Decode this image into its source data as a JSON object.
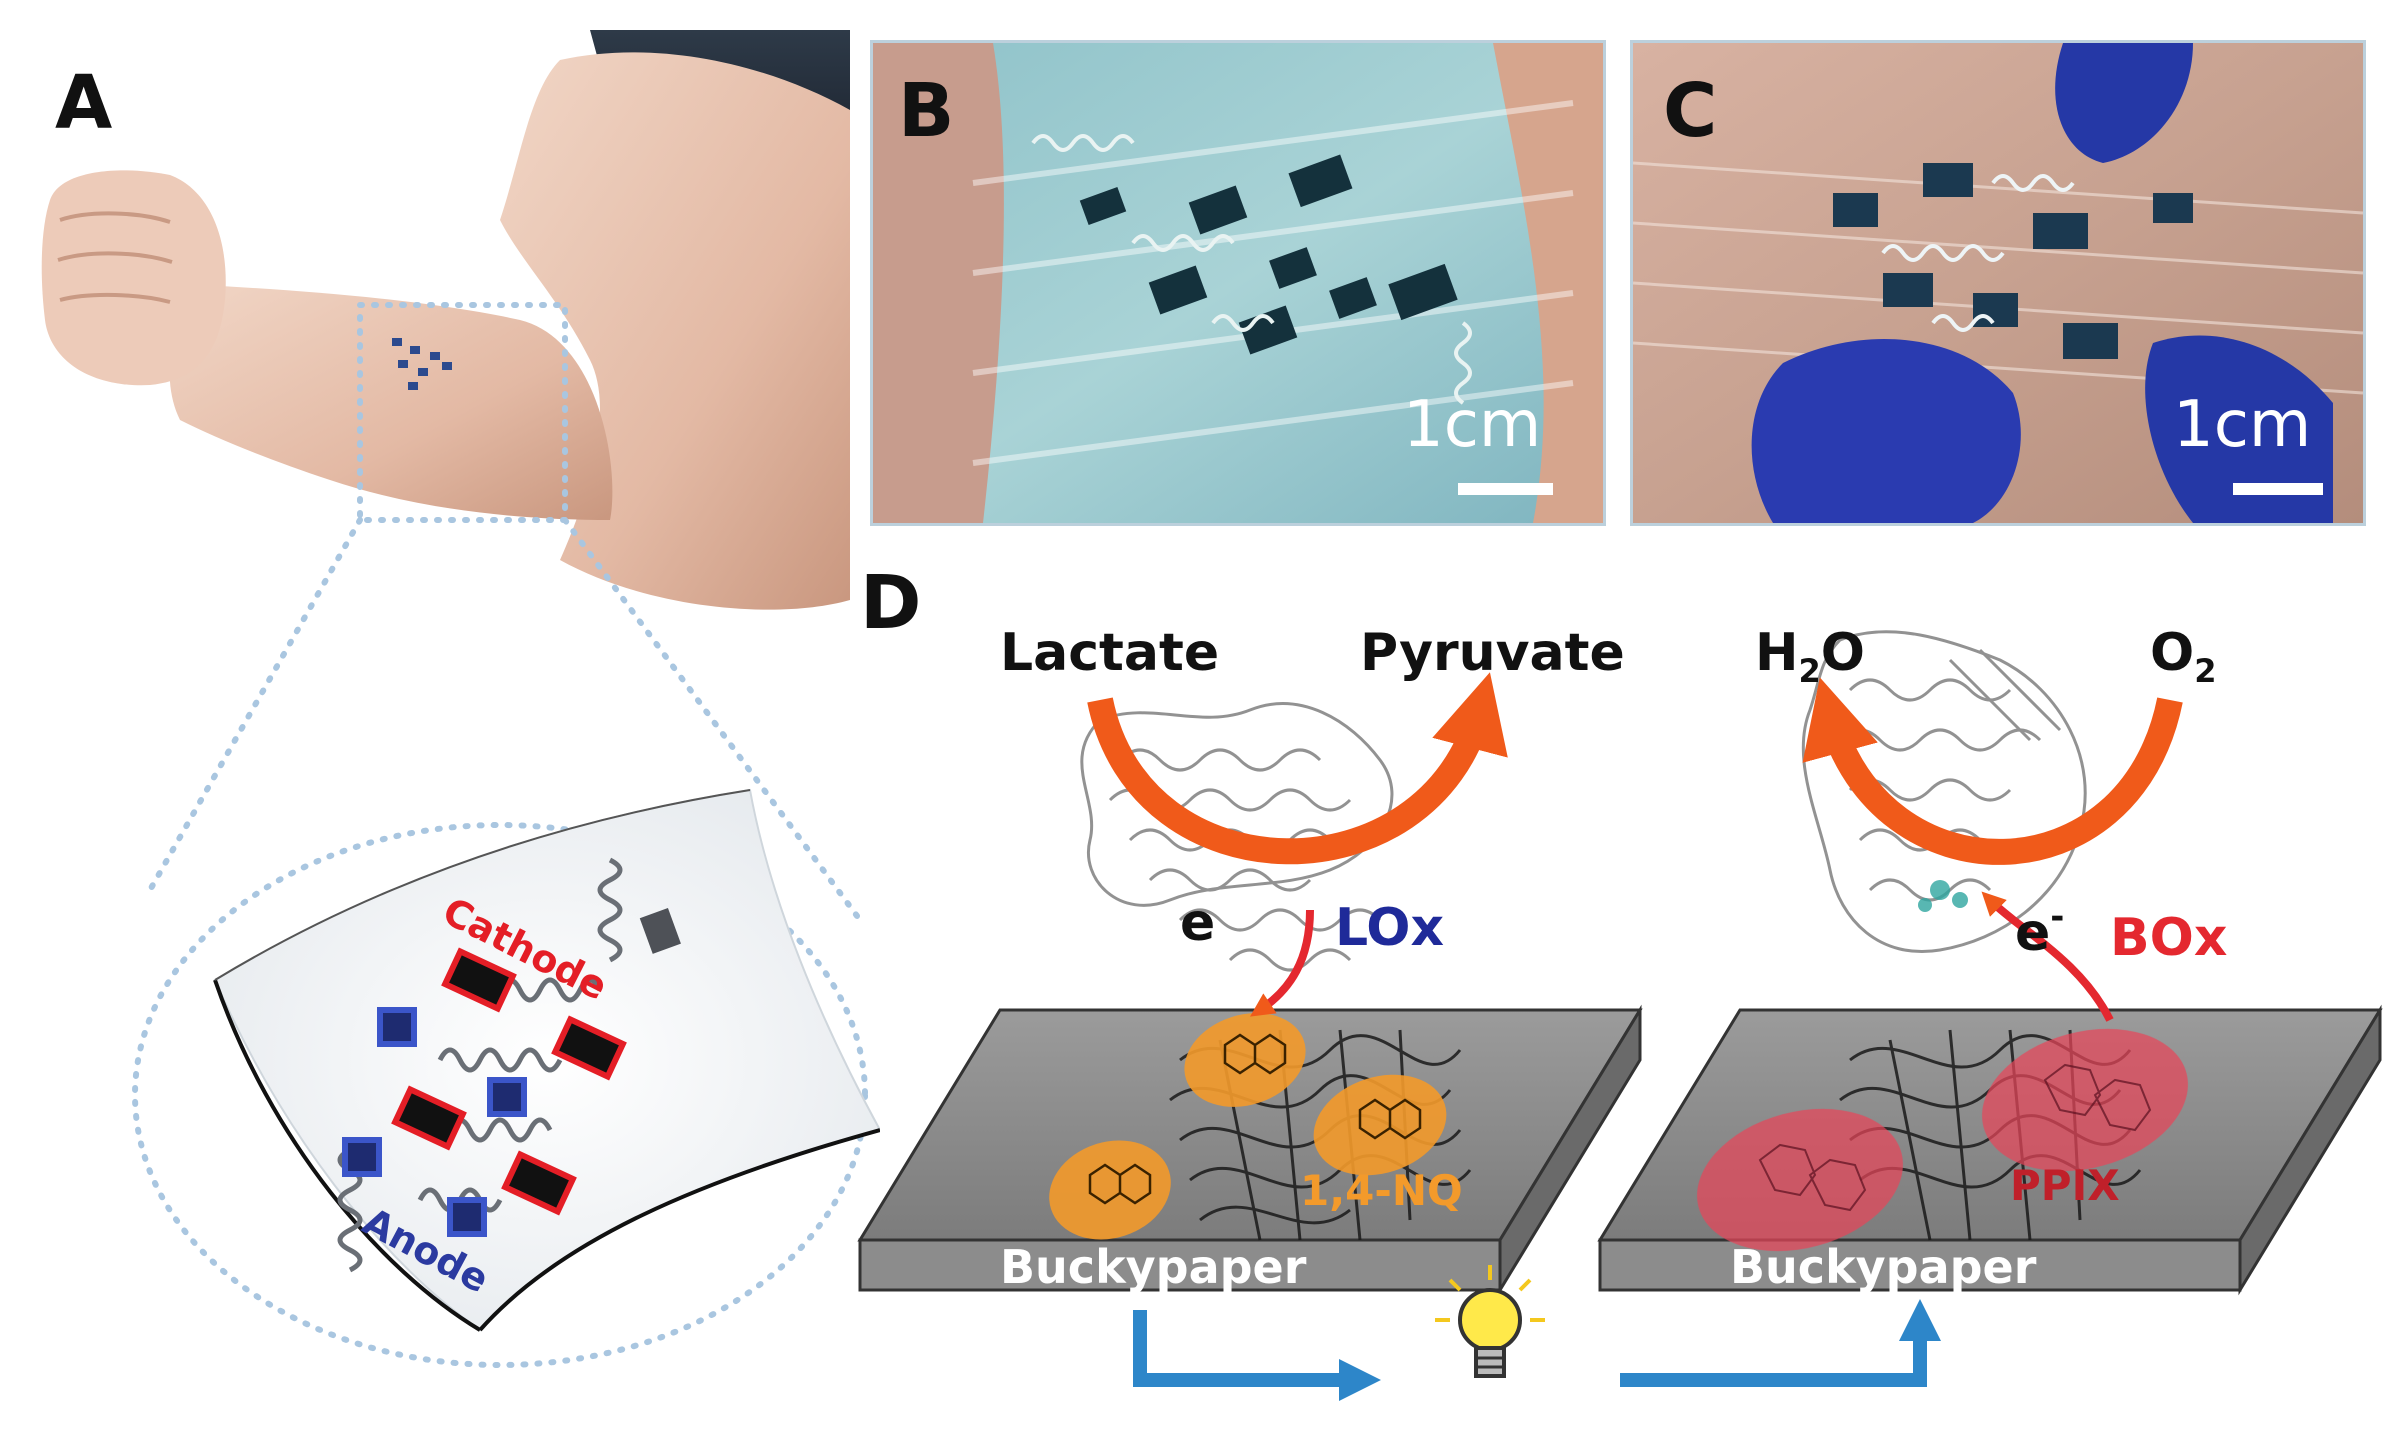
{
  "panels": {
    "a": {
      "letter": "A",
      "cathode_label": "Cathode",
      "anode_label": "Anode"
    },
    "b": {
      "letter": "B",
      "scale_label": "1cm"
    },
    "c": {
      "letter": "C",
      "scale_label": "1cm"
    },
    "d": {
      "letter": "D",
      "left": {
        "substrate_in": "Lactate",
        "product_out": "Pyruvate",
        "electron": "e",
        "enzyme": "LOx",
        "mediator": "1,4-NQ",
        "support": "Buckypaper"
      },
      "right": {
        "product_out": "H",
        "product_sub": "2",
        "product_tail": "O",
        "substrate_in": "O",
        "substrate_sub": "2",
        "electron": "e",
        "electron_sup": "-",
        "enzyme": "BOx",
        "mediator": "PPIX",
        "support": "Buckypaper"
      }
    }
  },
  "colors": {
    "cathode": "#e41e26",
    "anode": "#2b3aa0",
    "enzyme_left": "#1f2a99",
    "enzyme_right": "#e4282f",
    "mediator_left": "#f39a2b",
    "mediator_right": "#e8465a",
    "arrow": "#f05a1a",
    "flow_arrow": "#2d86c9",
    "dotted": "#a9c6e0"
  },
  "icons": [
    "bulb-icon"
  ]
}
